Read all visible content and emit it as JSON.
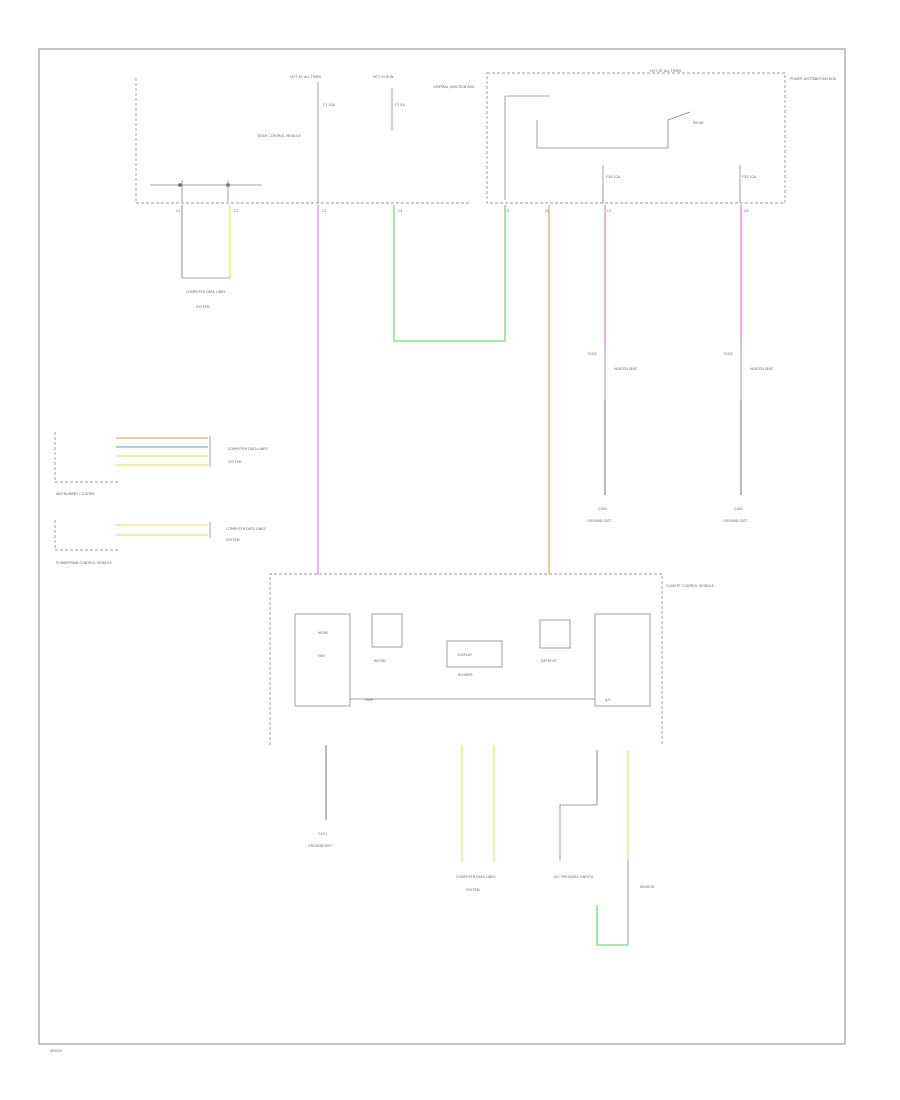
{
  "colors": {
    "purple_wire": "#e89ce8",
    "green_wire": "#8ee08e",
    "orange_wire": "#e0bf85",
    "yellow_wire": "#ecec8a",
    "blue_wire": "#9ab8e8"
  },
  "labels": {
    "hot_run_start": "HOT AT ALL TIMES",
    "hot_run": "HOT IN RUN",
    "fuse_1": "F1 10A",
    "fuse_2": "F2 5A",
    "fuse_3": "F34 10A",
    "fuse_4": "F35 10A",
    "bcm": "BODY CONTROL MODULE",
    "central_junction": "CENTRAL JUNCTION BOX",
    "hot_all_times_right": "HOT AT ALL TIMES",
    "power_dist": "POWER DISTRIBUTION BOX",
    "relay": "RELAY",
    "ps_left": "1",
    "ps_right": "1",
    "pin_a": "C1",
    "pin_b": "C2",
    "pin_c": "C3",
    "pin_d": "C4",
    "pin_e": "C5",
    "pin_f": "C6",
    "pin_g": "C7",
    "pin_h": "C8",
    "comp_data_1": "COMPUTER DATA LINES",
    "comp_data_1b": "SYSTEM",
    "left_fuse_comp": "FUSE",
    "left_heated": "HEATED SEAT",
    "right_fuse_comp": "FUSE",
    "right_heated": "HEATED SEAT",
    "ground_1": "G301",
    "ground_1b": "GROUND DIST",
    "ground_2": "G302",
    "ground_2b": "GROUND DIST",
    "inst_cluster": "INSTRUMENT CLUSTER",
    "cd_lines_a": "COMPUTER DATA LINES",
    "cd_lines_b": "SYSTEM",
    "pcm_label": "POWERTRAIN CONTROL MODULE",
    "cd_lines_c": "COMPUTER DATA LINES",
    "cd_lines_d": "SYSTEM",
    "climate": "CLIMATE CONTROL MODULE",
    "mode": "MODE",
    "fan": "FAN",
    "recirc": "RECIRC",
    "temp": "TEMP",
    "display": "DISPLAY",
    "blower": "BLOWER",
    "defrost": "DEFROST",
    "ac": "A/C",
    "ground_3": "G201",
    "ground_3b": "GROUND DIST",
    "comp_data_3": "COMPUTER DATA LINES",
    "comp_data_3b": "SYSTEM",
    "ac_press": "A/C PRESSURE SWITCH",
    "sensor": "SENSOR",
    "corner_tag": "W0000"
  }
}
